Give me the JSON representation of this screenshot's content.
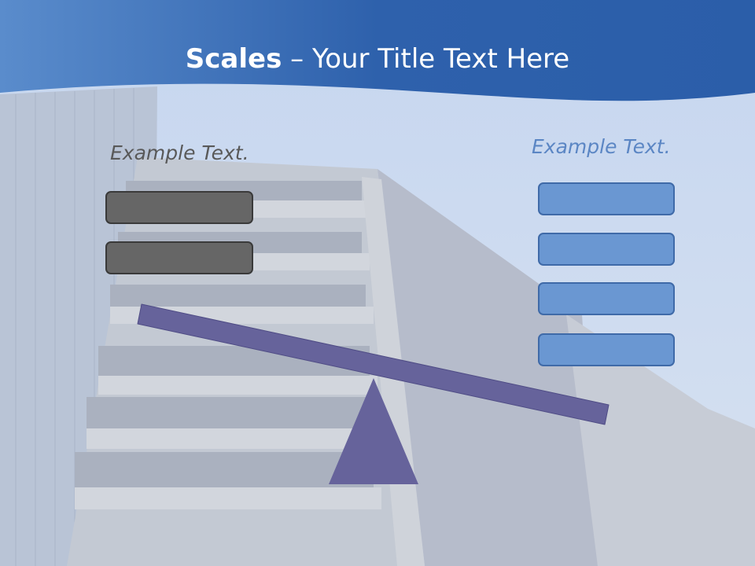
{
  "slide": {
    "title_bold": "Scales",
    "title_rest": " – Your Title Text Here",
    "left_label": "Example Text.",
    "right_label": "Example Text."
  },
  "colors": {
    "header_blue": "#2d63ad",
    "beam": "#66639b",
    "dark_box": "#666666",
    "blue_box": "#6a97d2",
    "sky": "#c9d7ee"
  },
  "left_pan": {
    "box_count": 2
  },
  "right_pan": {
    "box_count": 4
  }
}
